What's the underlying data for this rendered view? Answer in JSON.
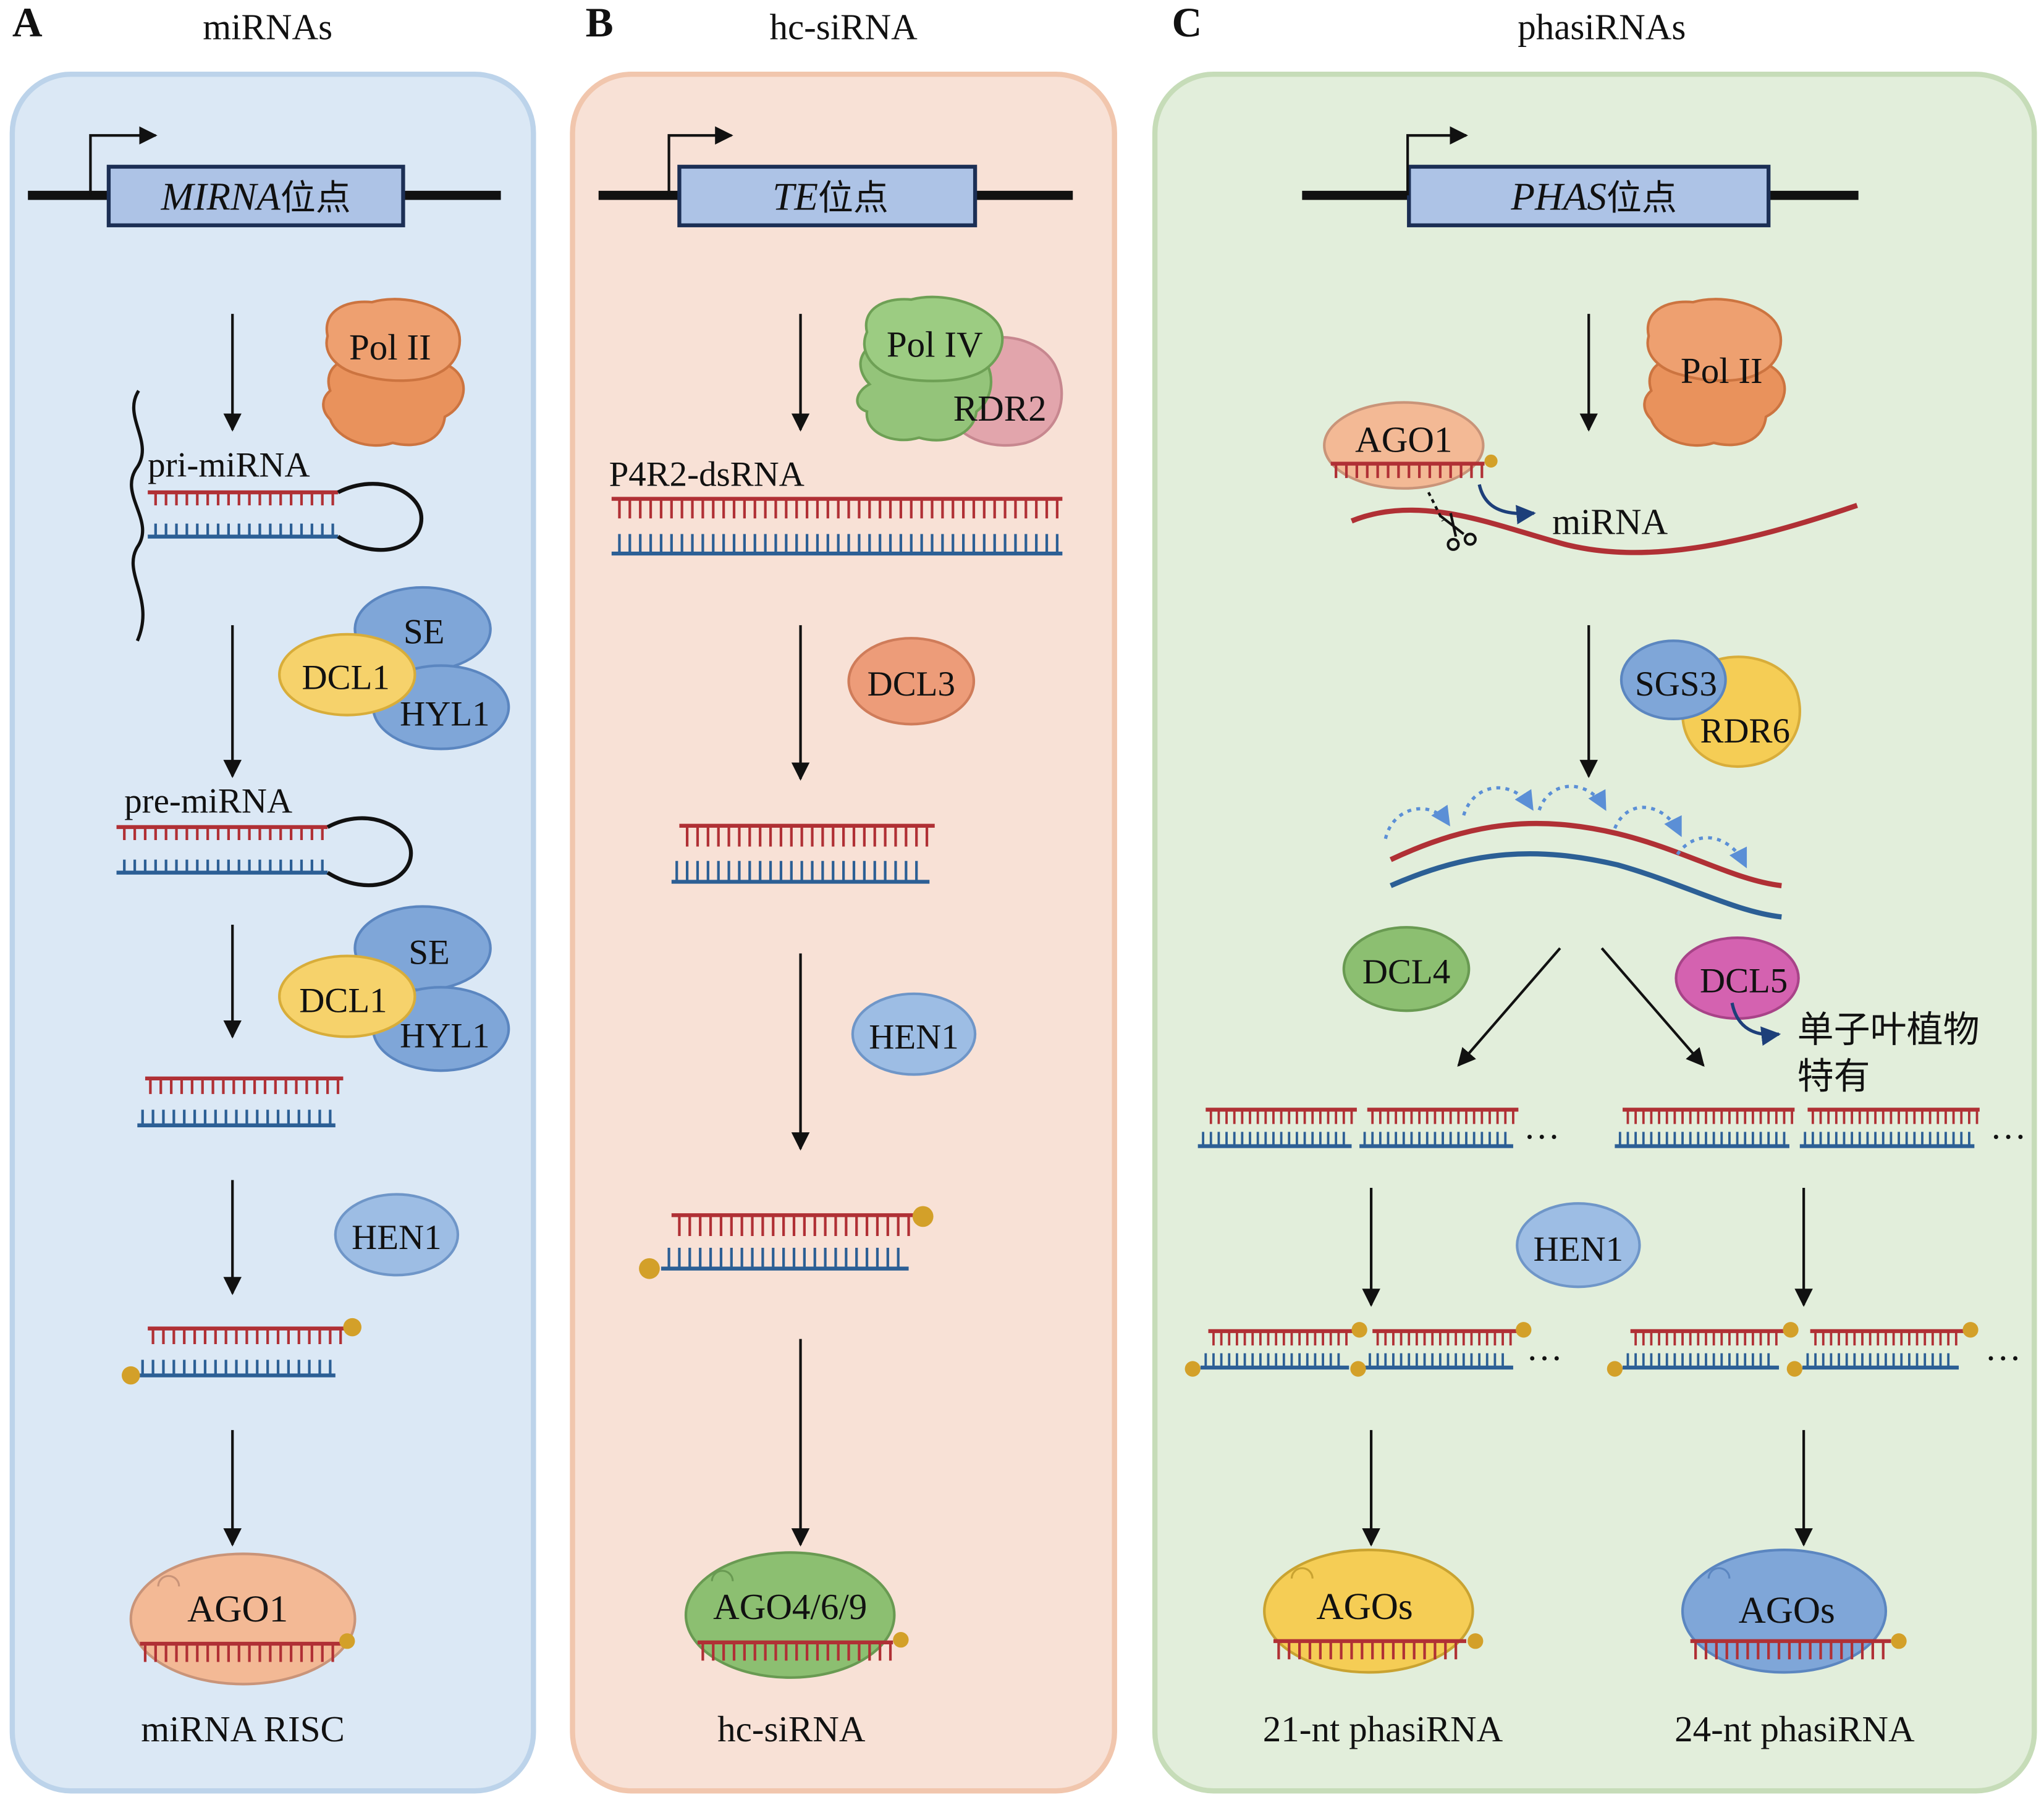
{
  "panels": [
    {
      "letter": "A",
      "title": "miRNAs"
    },
    {
      "letter": "B",
      "title": "hc-siRNA"
    },
    {
      "letter": "C",
      "title": "phasiRNAs"
    }
  ],
  "panel_a": {
    "locus_italic": "MIRNA",
    "locus_suffix": "位点",
    "pol": "Pol II",
    "pri": "pri-miRNA",
    "se1": "SE",
    "dcl1a": "DCL1",
    "hyl1a": "HYL1",
    "pre": "pre-miRNA",
    "se2": "SE",
    "dcl1b": "DCL1",
    "hyl1b": "HYL1",
    "hen1": "HEN1",
    "ago": "AGO1",
    "result": "miRNA RISC"
  },
  "panel_b": {
    "locus_italic": "TE",
    "locus_suffix": "位点",
    "pol": "Pol IV",
    "rdr": "RDR2",
    "dsrna": "P4R2-dsRNA",
    "dcl3": "DCL3",
    "hen1": "HEN1",
    "ago": "AGO4/6/9",
    "result": "hc-siRNA"
  },
  "panel_c": {
    "locus_italic": "PHAS",
    "locus_suffix": "位点",
    "pol": "Pol II",
    "ago1": "AGO1",
    "mirna": "miRNA",
    "sgs3": "SGS3",
    "rdr6": "RDR6",
    "dcl4": "DCL4",
    "dcl5": "DCL5",
    "monocot_line1": "单子叶植物",
    "monocot_line2": "特有",
    "ellipsis": "…",
    "hen1": "HEN1",
    "ago_left": "AGOs",
    "ago_right": "AGOs",
    "result_left": "21-nt phasiRNA",
    "result_right": "24-nt phasiRNA"
  }
}
